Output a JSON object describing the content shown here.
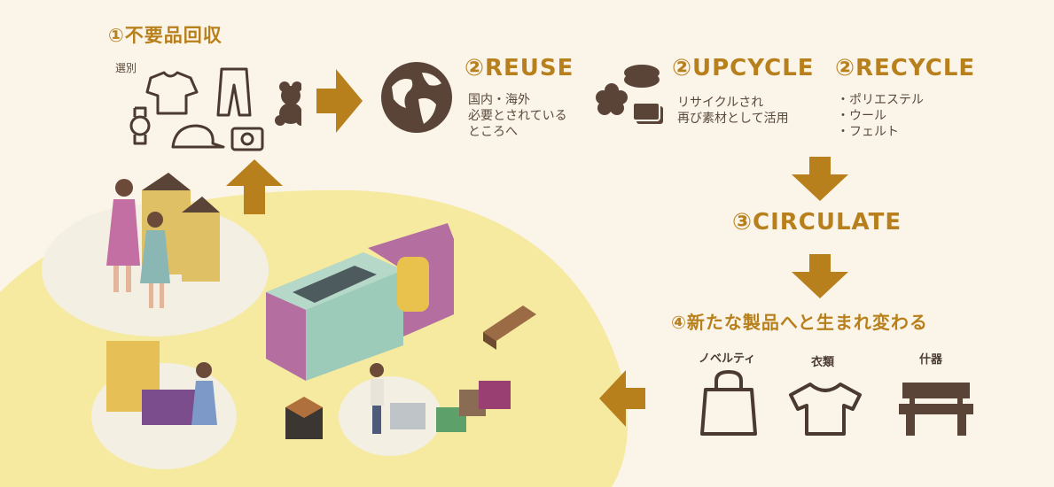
{
  "collect": {
    "title": "①不要品回収",
    "sub": "選別"
  },
  "reuse": {
    "title": "②REUSE",
    "lines": [
      "国内・海外",
      "必要とされている",
      "ところへ"
    ]
  },
  "upcycle": {
    "title": "②UPCYCLE",
    "lines": [
      "リサイクルされ",
      "再び素材として活用"
    ]
  },
  "recycle": {
    "title": "②RECYCLE",
    "lines": [
      "・ポリエステル",
      "・ウール",
      "・フェルト"
    ]
  },
  "circulate": {
    "title": "③CIRCULATE"
  },
  "new_product": {
    "title": "④新たな製品へと生まれ変わる"
  },
  "products": [
    {
      "label": "ノベルティ",
      "icon": "shopping-bag-icon"
    },
    {
      "label": "衣類",
      "icon": "tshirt-icon"
    },
    {
      "label": "什器",
      "icon": "bench-icon"
    }
  ],
  "colors": {
    "accent": "#b8801c",
    "icon_dark": "#5a4438",
    "background": "#fbf4e8",
    "ground": "#f6e9a0"
  }
}
